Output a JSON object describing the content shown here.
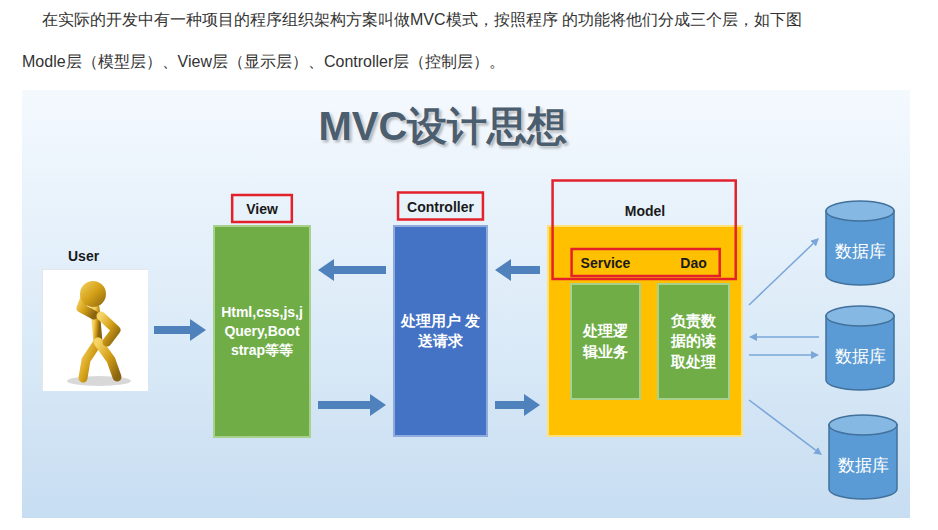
{
  "diagram": {
    "title": "MVC设计思想",
    "nodes": [
      {
        "text": [
          "User"
        ]
      },
      {
        "text": [
          "View",
          "Html,css,js,j Query,Boot strap等等"
        ]
      },
      {
        "text": [
          "Controller",
          "处理用户 发送请求"
        ]
      },
      {
        "text": [
          "Model"
        ]
      },
      {
        "text": [
          "Service",
          "处理逻 辑业务"
        ],
        "in": 3
      },
      {
        "text": [
          "Dao",
          "负责数 据的读 取处理"
        ],
        "in": 3
      },
      {
        "text": [
          "数据库"
        ]
      },
      {
        "text": [
          "数据库"
        ]
      },
      {
        "text": [
          "数据库"
        ]
      }
    ],
    "edges": [
      {
        "from": 0,
        "to": 1,
        "arrow": "to"
      },
      {
        "from": 1,
        "to": 2,
        "arrow": "to"
      },
      {
        "from": 2,
        "to": 1,
        "arrow": "to"
      },
      {
        "from": 2,
        "to": 3,
        "arrow": "to"
      },
      {
        "from": 3,
        "to": 2,
        "arrow": "to"
      },
      {
        "from": 3,
        "to": 6,
        "arrow": "to"
      },
      {
        "from": 7,
        "to": 3,
        "arrow": "to"
      },
      {
        "from": 3,
        "to": 7,
        "arrow": "to"
      },
      {
        "from": 3,
        "to": 8,
        "arrow": "to"
      }
    ],
    "labels": [
      "在实际的开发中有一种项目的程序组织架构方案叫做MVC模式，按照程序 的功能将他们分成三个层，如下图",
      "Modle层（模型层）、View层（显示层）、Controller层（控制层）。"
    ]
  }
}
